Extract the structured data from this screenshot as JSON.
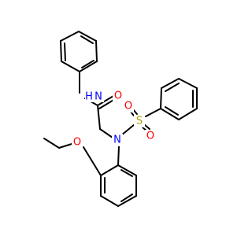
{
  "molecule": {
    "atoms": {
      "amide_n": {
        "symbol": "N",
        "h": "H",
        "color": "#0000ff"
      },
      "carbonyl_o": {
        "symbol": "O",
        "color": "#ff0000"
      },
      "sulfonamide_n": {
        "symbol": "N",
        "color": "#0000ff"
      },
      "sulfur": {
        "symbol": "S",
        "color": "#b2a100"
      },
      "sulfonyl_o_left": {
        "symbol": "O",
        "color": "#ff0000"
      },
      "sulfonyl_o_right": {
        "symbol": "O",
        "color": "#ff0000"
      },
      "ether_o": {
        "symbol": "O",
        "color": "#ff0000"
      }
    }
  }
}
